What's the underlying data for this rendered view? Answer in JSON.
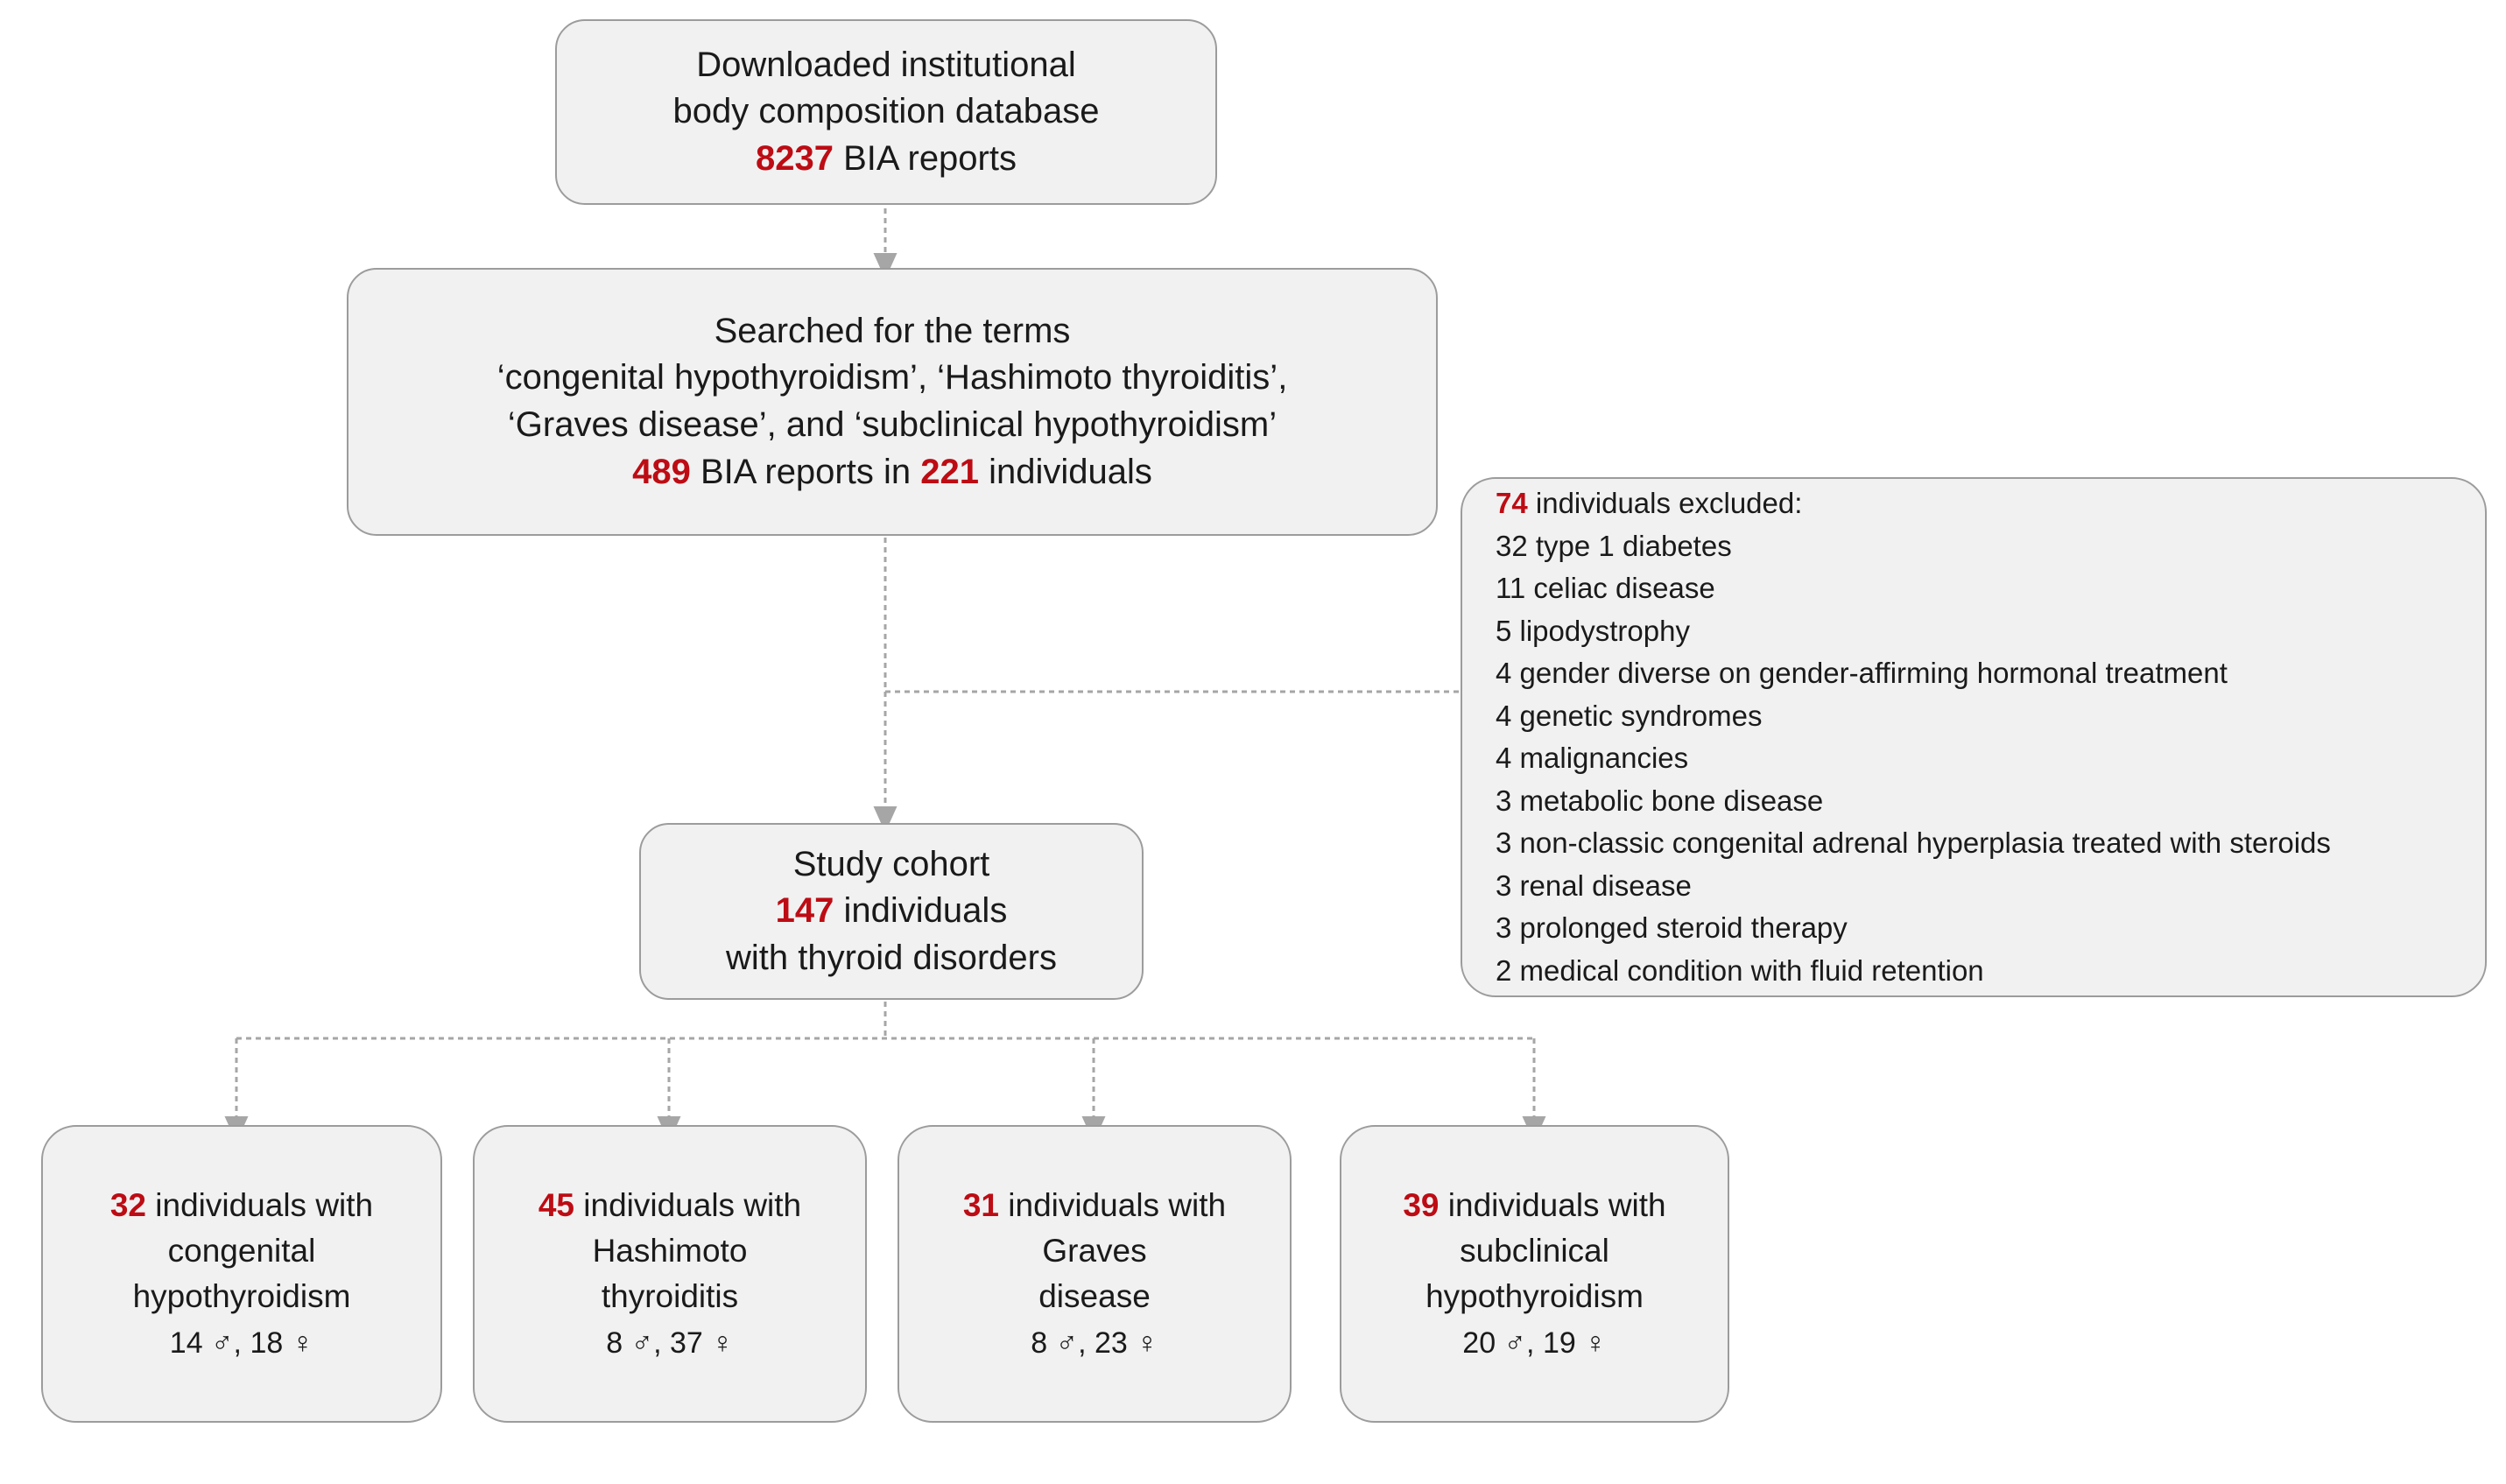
{
  "colors": {
    "accent_red": "#BD0C14",
    "box_fill": "#F1F1F1",
    "box_border": "#9C9C9C",
    "connector": "#A6A6A6",
    "text": "#1A1A1A"
  },
  "source_box": {
    "line1": "Downloaded institutional",
    "line2": "body composition  database",
    "count": "8237",
    "line3_rest": " BIA reports"
  },
  "search_box": {
    "line1": "Searched for the terms",
    "line2": "‘congenital hypothyroidism’, ‘Hashimoto thyroiditis’,",
    "line3": "‘Graves disease’, and ‘subclinical hypothyroidism’",
    "reports_count": "489",
    "mid_text": " BIA reports in ",
    "individuals_count": "221",
    "tail_text": " individuals"
  },
  "excluded_box": {
    "header_count": "74",
    "header_rest": " individuals excluded:",
    "items": [
      "32 type 1 diabetes",
      "11 celiac disease",
      "5 lipodystrophy",
      "4 gender diverse on gender-affirming hormonal treatment",
      "4 genetic syndromes",
      "4 malignancies",
      "3 metabolic bone disease",
      "3 non-classic congenital adrenal hyperplasia treated with steroids",
      "3 renal disease",
      "3 prolonged steroid therapy",
      "2 medical condition with fluid retention"
    ]
  },
  "cohort_box": {
    "line1": "Study cohort",
    "count": "147",
    "line2_rest": " individuals",
    "line3": "with thyroid disorders"
  },
  "groups": [
    {
      "count": "32",
      "head_rest": " individuals with",
      "name_line1": "congenital",
      "name_line2": "hypothyroidism",
      "sex": "14 ♂, 18 ♀"
    },
    {
      "count": "45",
      "head_rest": " individuals with",
      "name_line1": "Hashimoto",
      "name_line2": "thyroiditis",
      "sex": "8 ♂, 37 ♀"
    },
    {
      "count": "31",
      "head_rest": " individuals with",
      "name_line1": "Graves",
      "name_line2": "disease",
      "sex": "8 ♂, 23 ♀"
    },
    {
      "count": "39",
      "head_rest": " individuals with",
      "name_line1": "subclinical",
      "name_line2": "hypothyroidism",
      "sex": "20 ♂, 19 ♀"
    }
  ]
}
